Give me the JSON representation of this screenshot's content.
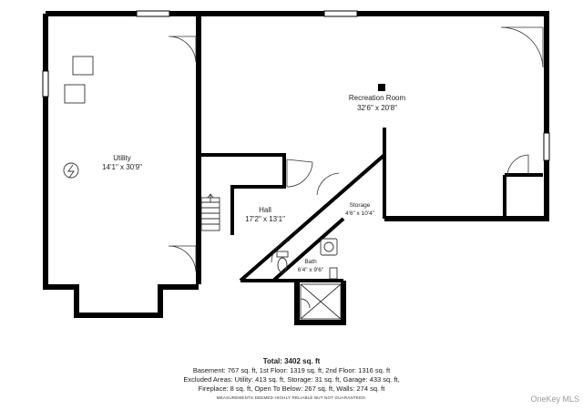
{
  "rooms": [
    {
      "name": "Utility",
      "dimensions": "14'1\" x 30'9\""
    },
    {
      "name": "Recreation Room",
      "dimensions": "32'6\" x 20'8\""
    },
    {
      "name": "Hall",
      "dimensions": "17'2\" x 13'1\""
    },
    {
      "name": "Storage",
      "dimensions": "4'6\" x 10'4\""
    },
    {
      "name": "Bath",
      "dimensions": "6'4\" x 9'6\""
    }
  ],
  "summary": {
    "total": "Total: 3402 sq. ft",
    "line1": "Basement: 767 sq. ft, 1st Floor: 1319 sq. ft, 2nd Floor: 1316 sq. ft",
    "line2": "Excluded Areas: Utility: 413 sq. ft, Storage: 31 sq. ft, Garage: 433 sq. ft,",
    "line3": "Fireplace: 8 sq. ft, Open To Below: 267 sq. ft, Walls: 274 sq. ft",
    "disclaimer": "MEASUREMENTS DEEMED HIGHLY RELIABLE BUT NOT GUARANTEED."
  },
  "watermark": "OneKey MLS",
  "colors": {
    "wall": "#000000",
    "background": "#ffffff",
    "fixture": "#555555"
  }
}
